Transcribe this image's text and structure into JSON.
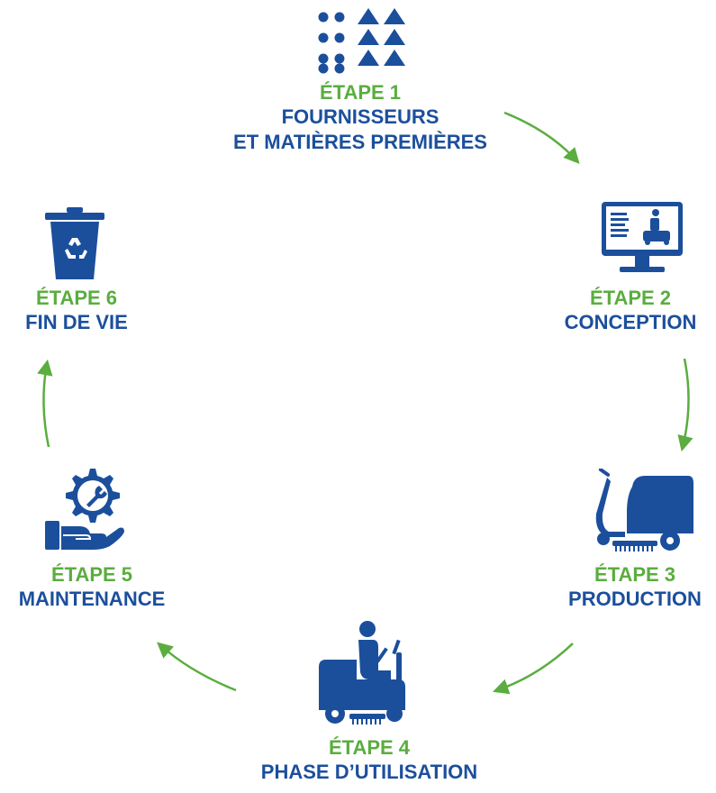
{
  "colors": {
    "green": "#5aad3f",
    "blue": "#1b4f9c"
  },
  "steps": [
    {
      "label": "ÉTAPE 1",
      "title_lines": [
        "FOURNISSEURS",
        "ET MATIÈRES PREMIÈRES"
      ],
      "icon": "raw-materials-icon"
    },
    {
      "label": "ÉTAPE 2",
      "title_lines": [
        "CONCEPTION"
      ],
      "icon": "computer-design-icon"
    },
    {
      "label": "ÉTAPE 3",
      "title_lines": [
        "PRODUCTION"
      ],
      "icon": "scrubber-machine-icon"
    },
    {
      "label": "ÉTAPE 4",
      "title_lines": [
        "PHASE D’UTILISATION"
      ],
      "icon": "ride-on-scrubber-icon"
    },
    {
      "label": "ÉTAPE 5",
      "title_lines": [
        "MAINTENANCE"
      ],
      "icon": "hand-gear-wrench-icon"
    },
    {
      "label": "ÉTAPE 6",
      "title_lines": [
        "FIN DE VIE"
      ],
      "icon": "recycle-bin-icon"
    }
  ]
}
